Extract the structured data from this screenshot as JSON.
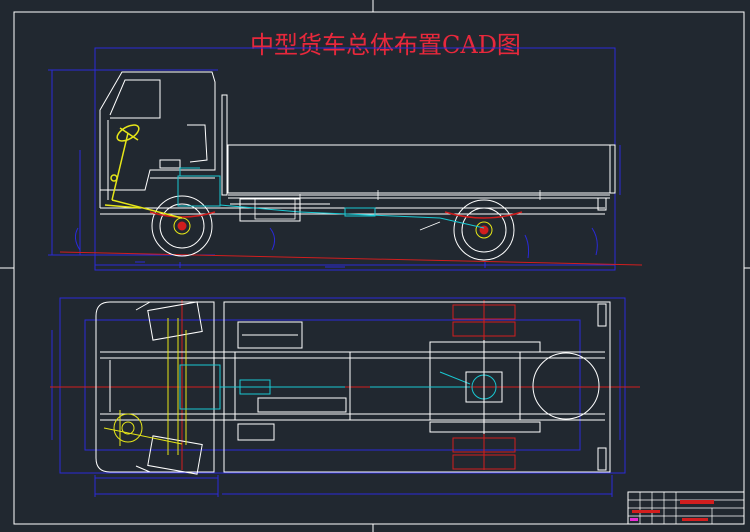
{
  "drawing": {
    "title": "中型货车总体布置CAD图",
    "colors": {
      "background": "#212830",
      "outline": "#ffffff",
      "dimension": "#2a2ad8",
      "steering": "#e6e619",
      "driveline": "#19c8d2",
      "centerline": "#d21e1e",
      "leaf_spring": "#d21e1e",
      "title_text": "#e8283c"
    },
    "views": [
      "side-view",
      "top-view"
    ]
  }
}
